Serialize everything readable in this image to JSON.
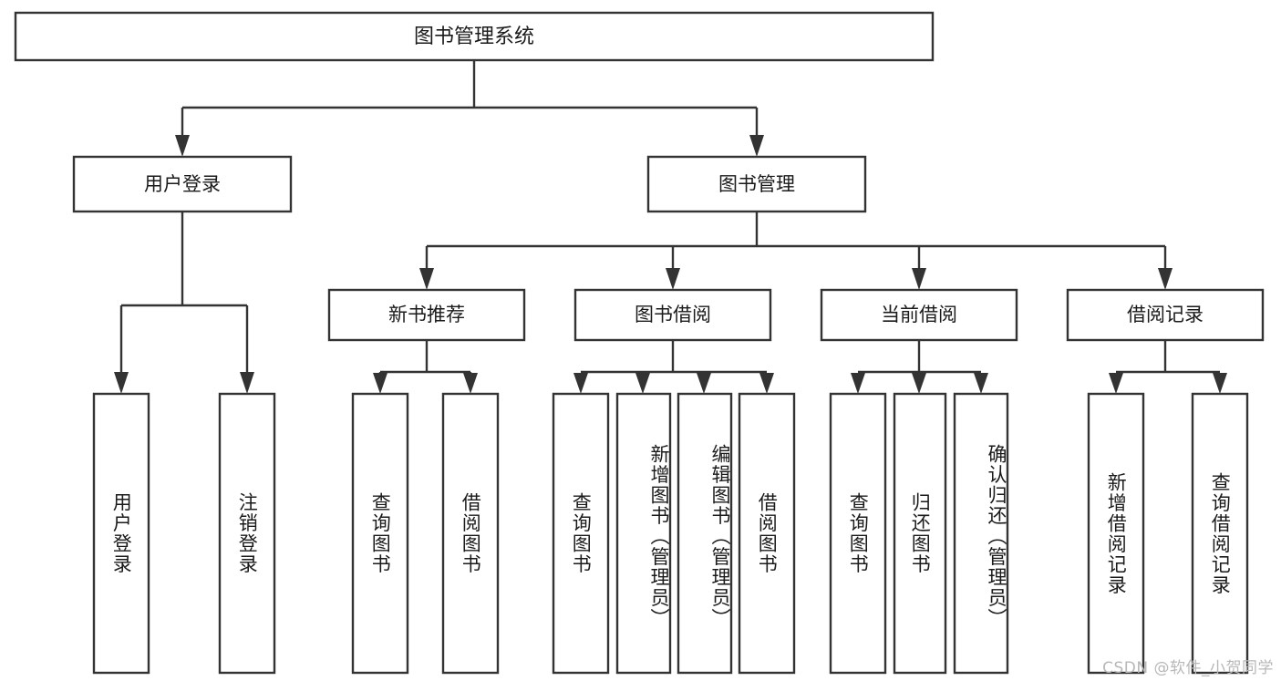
{
  "diagram": {
    "title": "图书管理系统",
    "type": "hierarchy-tree",
    "colors": {
      "box_fill": "#ffffff",
      "box_stroke": "#333333",
      "text": "#1a1a1a",
      "background": "#ffffff",
      "watermark": "#b8b8b8"
    },
    "root": {
      "label": "图书管理系统"
    },
    "level2": [
      {
        "id": "user-login",
        "label": "用户登录"
      },
      {
        "id": "book-management",
        "label": "图书管理"
      }
    ],
    "level3": [
      {
        "id": "new-book-recommend",
        "label": "新书推荐"
      },
      {
        "id": "book-borrow",
        "label": "图书借阅"
      },
      {
        "id": "current-borrow",
        "label": "当前借阅"
      },
      {
        "id": "borrow-record",
        "label": "借阅记录"
      }
    ],
    "leaves": [
      {
        "id": "leaf-user-login",
        "label": "用户登录",
        "parent": "user-login"
      },
      {
        "id": "leaf-logout",
        "label": "注销登录",
        "parent": "user-login"
      },
      {
        "id": "leaf-query-book-1",
        "label": "查询图书",
        "parent": "new-book-recommend"
      },
      {
        "id": "leaf-borrow-book-1",
        "label": "借阅图书",
        "parent": "new-book-recommend"
      },
      {
        "id": "leaf-query-book-2",
        "label": "查询图书",
        "parent": "book-borrow"
      },
      {
        "id": "leaf-add-book",
        "label": "新增图书（管理员）",
        "parent": "book-borrow"
      },
      {
        "id": "leaf-edit-book",
        "label": "编辑图书（管理员）",
        "parent": "book-borrow"
      },
      {
        "id": "leaf-borrow-book-2",
        "label": "借阅图书",
        "parent": "book-borrow"
      },
      {
        "id": "leaf-query-book-3",
        "label": "查询图书",
        "parent": "current-borrow"
      },
      {
        "id": "leaf-return-book",
        "label": "归还图书",
        "parent": "current-borrow"
      },
      {
        "id": "leaf-confirm-return",
        "label": "确认归还（管理员）",
        "parent": "current-borrow"
      },
      {
        "id": "leaf-add-record",
        "label": "新增借阅记录",
        "parent": "borrow-record"
      },
      {
        "id": "leaf-query-record",
        "label": "查询借阅记录",
        "parent": "borrow-record"
      }
    ],
    "watermark": "CSDN @软件_小贺同学"
  }
}
